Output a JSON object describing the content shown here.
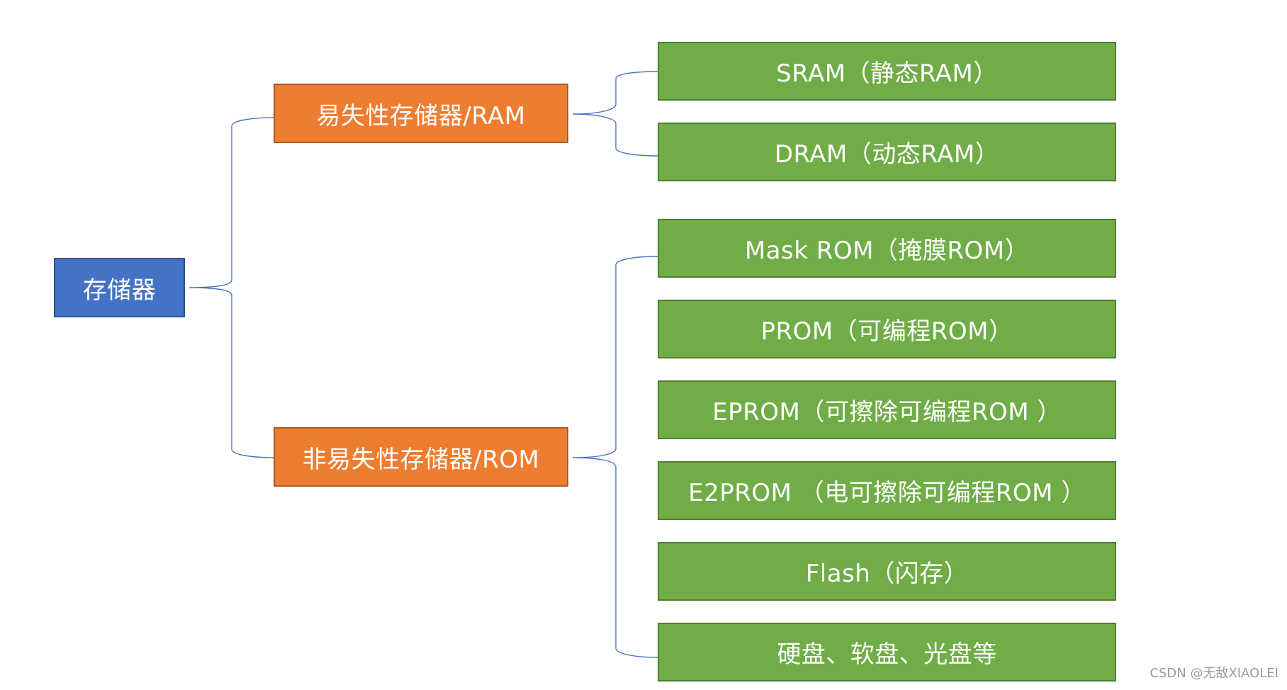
{
  "diagram": {
    "root": {
      "label": "存储器"
    },
    "categories": [
      {
        "label": "易失性存储器/RAM"
      },
      {
        "label": "非易失性存储器/ROM"
      }
    ],
    "volatile_items": [
      {
        "label": "SRAM（静态RAM）"
      },
      {
        "label": "DRAM（动态RAM）"
      }
    ],
    "nonvolatile_items": [
      {
        "label": "Mask ROM（掩膜ROM）"
      },
      {
        "label": "PROM（可编程ROM）"
      },
      {
        "label": "EPROM（可擦除可编程ROM ）"
      },
      {
        "label": "E2PROM （电可擦除可编程ROM ）"
      },
      {
        "label": "Flash（闪存）"
      },
      {
        "label": "硬盘、软盘、光盘等"
      }
    ]
  },
  "watermark": "CSDN @无敌XIAOLEI",
  "colors": {
    "root": "#4472c4",
    "category": "#ed7d31",
    "leaf": "#70ad47",
    "connector": "#4a72c4"
  }
}
